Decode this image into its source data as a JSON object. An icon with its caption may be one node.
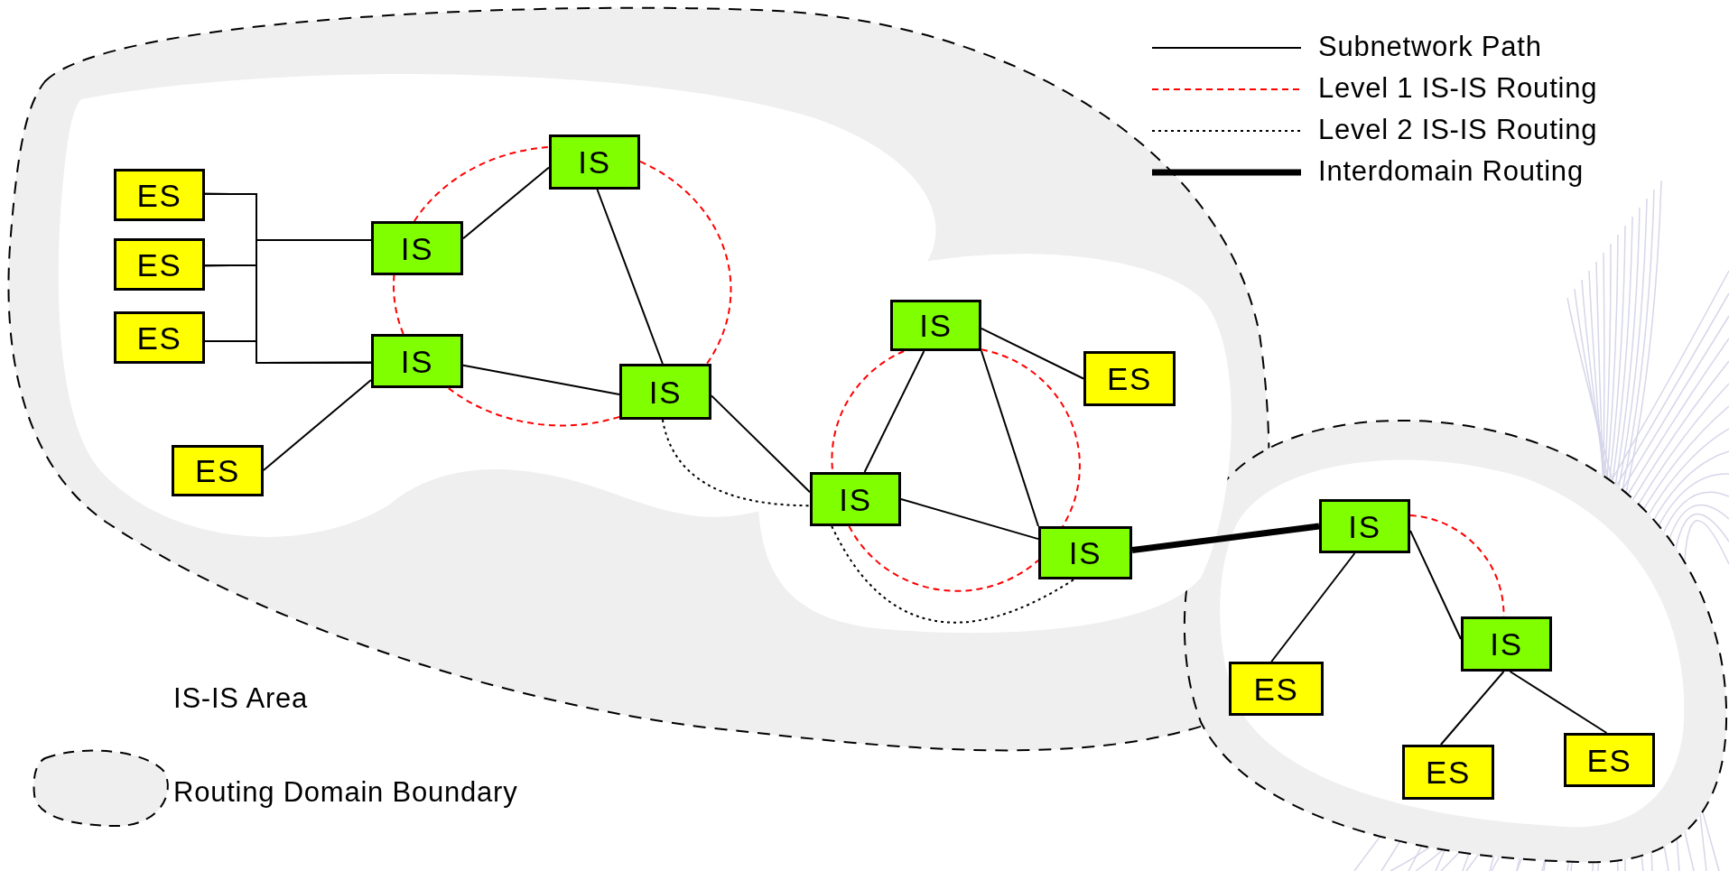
{
  "diagram": {
    "nodes": [
      {
        "text": [
          "ES"
        ]
      },
      {
        "text": [
          "ES"
        ]
      },
      {
        "text": [
          "ES"
        ]
      },
      {
        "text": [
          "IS"
        ]
      },
      {
        "text": [
          "IS"
        ]
      },
      {
        "text": [
          "IS"
        ]
      },
      {
        "text": [
          "ES"
        ]
      },
      {
        "text": [
          "IS"
        ]
      },
      {
        "text": [
          "IS"
        ]
      },
      {
        "text": [
          "ES"
        ]
      },
      {
        "text": [
          "IS"
        ]
      },
      {
        "text": [
          "IS"
        ]
      },
      {
        "text": [
          "IS"
        ]
      },
      {
        "text": [
          "IS"
        ]
      },
      {
        "text": [
          "ES"
        ]
      },
      {
        "text": [
          "ES"
        ]
      },
      {
        "text": [
          "ES"
        ]
      }
    ],
    "edges": [
      {
        "from": 0,
        "to": 3,
        "arrow": "none"
      },
      {
        "from": 0,
        "to": 5,
        "arrow": "none"
      },
      {
        "from": 1,
        "to": 3,
        "arrow": "none"
      },
      {
        "from": 1,
        "to": 5,
        "arrow": "none"
      },
      {
        "from": 2,
        "to": 3,
        "arrow": "none"
      },
      {
        "from": 2,
        "to": 5,
        "arrow": "none"
      },
      {
        "from": 3,
        "to": 4,
        "arrow": "none"
      },
      {
        "from": 4,
        "to": 7,
        "arrow": "none"
      },
      {
        "from": 5,
        "to": 7,
        "arrow": "none"
      },
      {
        "from": 6,
        "to": 5,
        "arrow": "none"
      },
      {
        "from": 7,
        "to": 10,
        "arrow": "none"
      },
      {
        "from": 8,
        "to": 10,
        "arrow": "none"
      },
      {
        "from": 8,
        "to": 11,
        "arrow": "none"
      },
      {
        "from": 8,
        "to": 9,
        "arrow": "none"
      },
      {
        "from": 10,
        "to": 11,
        "arrow": "none"
      },
      {
        "from": 11,
        "to": 12,
        "arrow": "none",
        "style": "thick"
      },
      {
        "from": 12,
        "to": 14,
        "arrow": "none"
      },
      {
        "from": 12,
        "to": 13,
        "arrow": "none"
      },
      {
        "from": 13,
        "to": 15,
        "arrow": "none"
      },
      {
        "from": 13,
        "to": 16,
        "arrow": "none"
      },
      {
        "from": 3,
        "to": 4,
        "arrow": "none",
        "style": "dashed",
        "color": "#ff0000"
      },
      {
        "from": 4,
        "to": 7,
        "arrow": "none",
        "style": "dashed",
        "color": "#ff0000"
      },
      {
        "from": 7,
        "to": 5,
        "arrow": "none",
        "style": "dashed",
        "color": "#ff0000"
      },
      {
        "from": 5,
        "to": 3,
        "arrow": "none",
        "style": "dashed",
        "color": "#ff0000"
      },
      {
        "from": 8,
        "to": 10,
        "arrow": "none",
        "style": "dashed",
        "color": "#ff0000"
      },
      {
        "from": 10,
        "to": 11,
        "arrow": "none",
        "style": "dashed",
        "color": "#ff0000"
      },
      {
        "from": 8,
        "to": 11,
        "arrow": "none",
        "style": "dashed",
        "color": "#ff0000"
      },
      {
        "from": 12,
        "to": 13,
        "arrow": "none",
        "style": "dashed",
        "color": "#ff0000"
      },
      {
        "from": 7,
        "to": 10,
        "arrow": "none",
        "style": "dashed"
      },
      {
        "from": 10,
        "to": 11,
        "arrow": "none",
        "style": "dashed"
      }
    ],
    "labels": [
      "IS-IS Area"
    ],
    "legend": [
      {
        "text": "Subnetwork Path"
      },
      {
        "text": "Level 1 IS-IS Routing"
      },
      {
        "text": "Level 2 IS-IS Routing"
      },
      {
        "text": "Interdomain Routing"
      },
      {
        "text": "Routing Domain Boundary"
      }
    ]
  }
}
